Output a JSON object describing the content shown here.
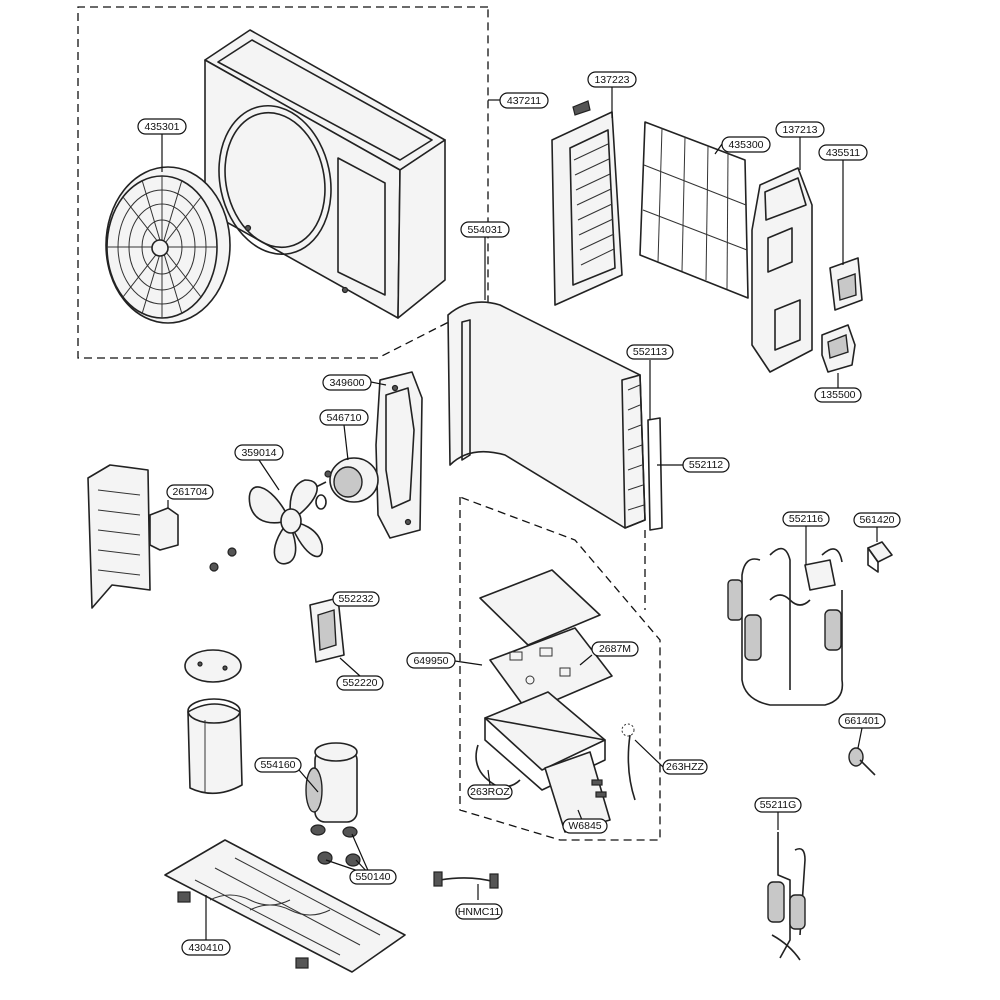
{
  "diagram": {
    "type": "exploded-parts-view",
    "callouts": {
      "c437211": "437211",
      "c435301": "435301",
      "c137223": "137223",
      "c435300": "435300",
      "c137213": "137213",
      "c435511": "435511",
      "c135500": "135500",
      "c554031": "554031",
      "c552113": "552113",
      "c552112": "552112",
      "c349600": "349600",
      "c546710": "546710",
      "c359014": "359014",
      "c261704": "261704",
      "c552232": "552232",
      "c552220": "552220",
      "c649950": "649950",
      "c2687M": "2687M",
      "c552116": "552116",
      "c561420": "561420",
      "c661401": "661401",
      "c263HZZ": "263HZZ",
      "c263ROZ": "263ROZ",
      "c6845": "W6845",
      "c554160": "554160",
      "c550140": "550140",
      "cHNMC11": "HNMC11",
      "c430410": "430410",
      "c55211G": "55211G"
    }
  }
}
